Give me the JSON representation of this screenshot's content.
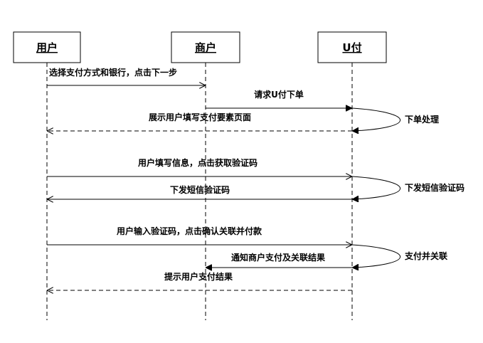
{
  "participants": [
    {
      "id": "user",
      "label": "用户"
    },
    {
      "id": "merchant",
      "label": "商户"
    },
    {
      "id": "upay",
      "label": "U付"
    }
  ],
  "messages": [
    {
      "from": "user",
      "to": "merchant",
      "label": "选择支付方式和银行，点击下一步",
      "style": "solid",
      "arrow": "open"
    },
    {
      "from": "merchant",
      "to": "upay",
      "label": "请求U付下单",
      "style": "solid",
      "arrow": "filled"
    },
    {
      "from": "upay",
      "to": "user",
      "label": "展示用户填写支付要素页面",
      "style": "dashed",
      "arrow": "open"
    },
    {
      "from": "user",
      "to": "upay",
      "label": "用户填写信息，点击获取验证码",
      "style": "solid",
      "arrow": "open"
    },
    {
      "from": "upay",
      "to": "user",
      "label": "下发短信验证码",
      "style": "solid",
      "arrow": "open"
    },
    {
      "from": "user",
      "to": "upay",
      "label": "用户输入验证码，点击确认关联并付款",
      "style": "solid",
      "arrow": "open"
    },
    {
      "from": "upay",
      "to": "merchant",
      "label": "通知商户支付及关联结果",
      "style": "solid",
      "arrow": "filled"
    },
    {
      "from": "upay",
      "to": "user",
      "label": "提示用户支付结果",
      "style": "dashed",
      "arrow": "open"
    }
  ],
  "self_calls": [
    {
      "label": "下单处理"
    },
    {
      "label": "下发短信验证码"
    },
    {
      "label": "支付并关联"
    }
  ]
}
